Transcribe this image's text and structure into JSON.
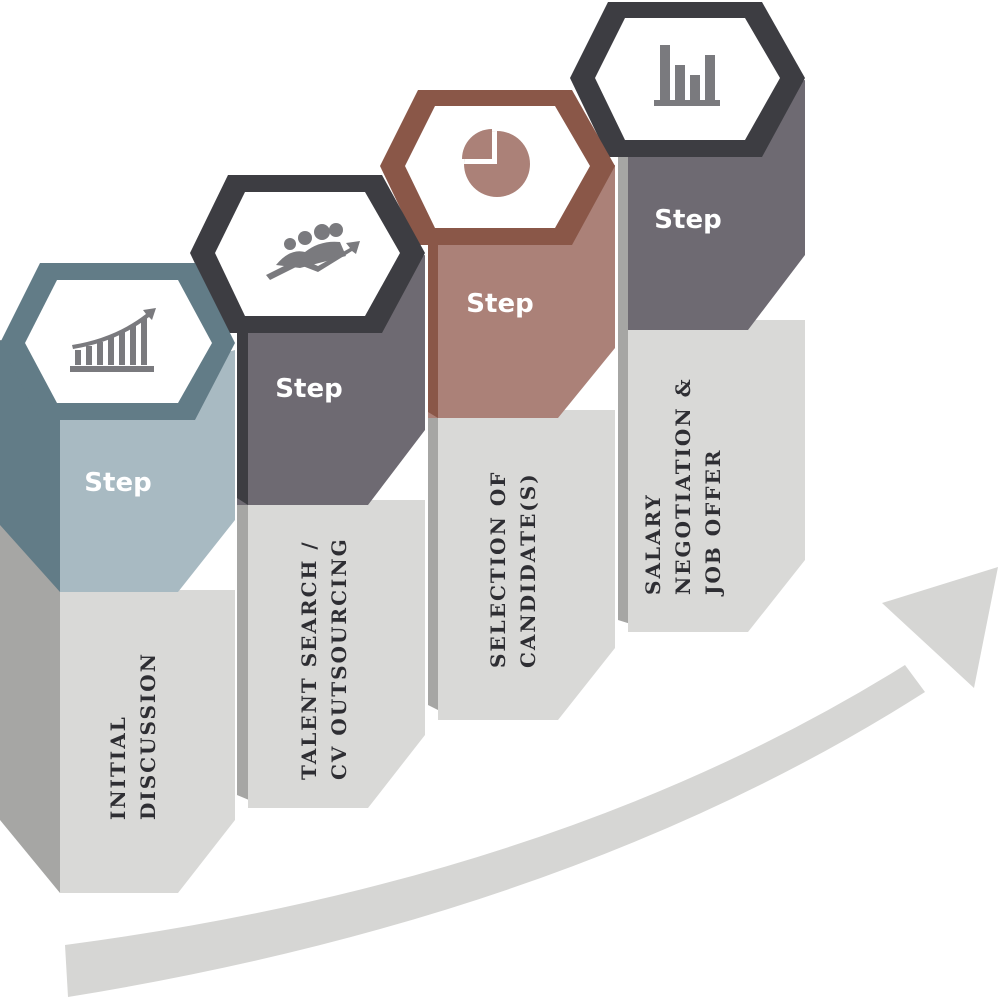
{
  "steps": [
    {
      "step_label": "Step",
      "title_lines": [
        "INITIAL",
        "DISCUSSION"
      ],
      "icon": "growth-chart-icon",
      "colors": {
        "ring": "#627c87",
        "band_front": "#a8bac2",
        "band_side": "#627c87"
      }
    },
    {
      "step_label": "Step",
      "title_lines": [
        "TALENT SEARCH /",
        "CV OUTSOURCING"
      ],
      "icon": "team-growth-icon",
      "colors": {
        "ring": "#3d3d42",
        "band_front": "#6e6a72",
        "band_side": "#3d3d42"
      }
    },
    {
      "step_label": "Step",
      "title_lines": [
        "SELECTION OF",
        "CANDIDATE(S)"
      ],
      "icon": "pie-chart-icon",
      "colors": {
        "ring": "#8a5748",
        "band_front": "#ab8178",
        "band_side": "#8a5748"
      }
    },
    {
      "step_label": "Step",
      "title_lines": [
        "SALARY",
        "NEGOTIATION &",
        "JOB OFFER"
      ],
      "icon": "bar-chart-icon",
      "colors": {
        "ring": "#3d3d42",
        "band_front": "#6e6a72",
        "band_side": "#3d3d42"
      }
    }
  ],
  "theme": {
    "pillar_front": "#d9d9d7",
    "pillar_side": "#a6a6a4",
    "icon_color": "#7a7a7e",
    "pie_color": "#ab8178",
    "arrow_color": "#d6d6d4"
  }
}
